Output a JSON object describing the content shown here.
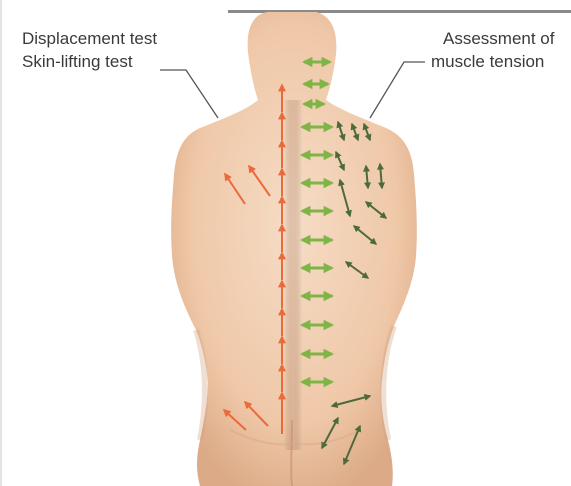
{
  "labels": {
    "left_line1": "Displacement test",
    "left_line2": "Skin-lifting test",
    "right_line1": "Assessment of",
    "right_line2": "muscle tension"
  },
  "colors": {
    "skin": "#f1cdb0",
    "skin_shadow": "#d9a886",
    "orange_arrow": "#ea6a3c",
    "green_arrow": "#7fb447",
    "dark_green_arrow": "#4d6a3a",
    "leader_line": "#555555",
    "label_text": "#3a3a3a"
  },
  "icons": {
    "orange": "orange-double-headed-arrow",
    "green": "green-double-headed-arrow",
    "dark": "dark-green-double-headed-arrow"
  }
}
